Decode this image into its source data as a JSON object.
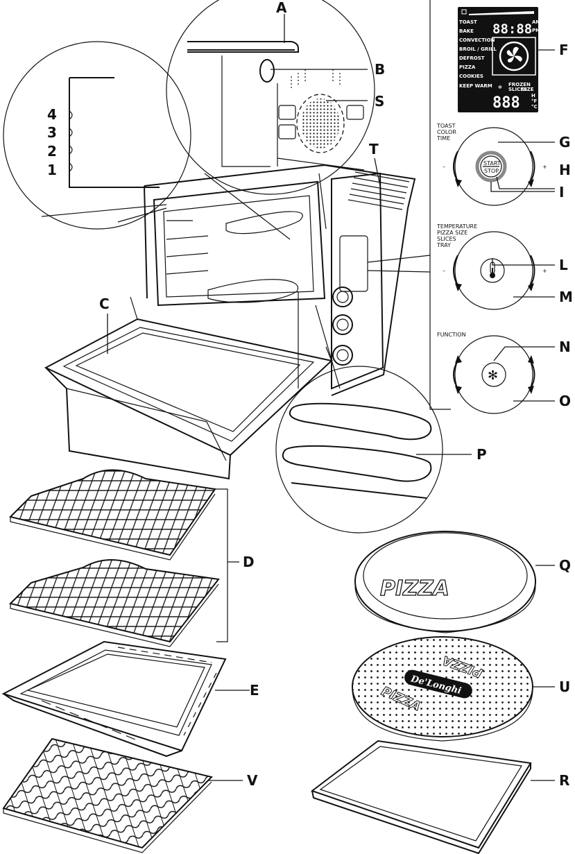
{
  "labels": {
    "A": "A",
    "B": "B",
    "S": "S",
    "T": "T",
    "C": "C",
    "F": "F",
    "G": "G",
    "H": "H",
    "I": "I",
    "L": "L",
    "M": "M",
    "N": "N",
    "O": "O",
    "P": "P",
    "D": "D",
    "E": "E",
    "V": "V",
    "Q": "Q",
    "U": "U",
    "R": "R"
  },
  "rack_levels": [
    "4",
    "3",
    "2",
    "1"
  ],
  "display": {
    "functions": [
      "TOAST",
      "BAKE",
      "CONVECTION",
      "BROIL / GRILL",
      "DEFROST",
      "PIZZA",
      "COOKIES",
      "KEEP WARM"
    ],
    "clock": "88:88",
    "am": "AM",
    "pm": "PM",
    "frozen": "FROZEN",
    "slices": "SLICES",
    "size": "SIZE",
    "digits": "888",
    "unit_h": "H",
    "unit_f": "°F",
    "unit_c": "°C"
  },
  "controls": {
    "toast_lines": [
      "TOAST",
      "COLOR",
      "TIME"
    ],
    "temp_lines": [
      "TEMPERATURE",
      "PIZZA SIZE",
      "SLICES",
      "TRAY"
    ],
    "function_label": "FUNCTION",
    "start": "START",
    "stop": "STOP",
    "minus": "–",
    "plus": "+"
  },
  "accessories": {
    "pizza_pan_text": "PIZZA",
    "stone_text": "PIZZA",
    "brand": "De'Longhi"
  },
  "icons": {
    "thermometer": "thermometer-icon",
    "snowflake": "snowflake-icon",
    "fan": "fan-icon"
  }
}
